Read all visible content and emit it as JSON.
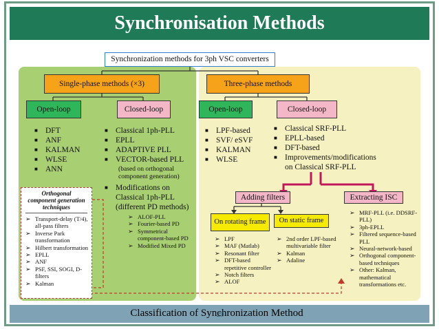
{
  "title": "Synchronisation Methods",
  "caption": "Classification of Synchronization Method",
  "slide_number": "29",
  "root": "Synchronization methods for 3ph VSC converters",
  "single_phase": {
    "label": "Single-phase methods (×3)",
    "open_loop": {
      "label": "Open-loop",
      "items": [
        "DFT",
        "ANF",
        "KALMAN",
        "WLSE",
        "ANN"
      ]
    },
    "closed_loop": {
      "label": "Closed-loop",
      "items": [
        "Classical 1ph-PLL",
        "EPLL",
        "ADAPTIVE PLL",
        "VECTOR-based PLL"
      ],
      "vector_note": "(based on orthogonal component generation)",
      "modifications": "Modifications on Classical 1ph-PLL (different PD methods)",
      "pd_methods": [
        "ALOF-PLL",
        "Fourier-based PD",
        "Symmetrical component-based PD",
        "Modified Mixed PD"
      ]
    },
    "orthogonal": {
      "title": "Orthogonal component generation techniques",
      "items": [
        "Transport-delay (T/4), all-pass filters",
        "Inverse Park transformation",
        "Hilbert transformation",
        "EPLL",
        "ANF",
        "PSF, SSI, SOGI, D-filters",
        "Kalman"
      ]
    }
  },
  "three_phase": {
    "label": "Three-phase methods",
    "open_loop": {
      "label": "Open-loop",
      "items": [
        "LPF-based",
        "SVF/ eSVF",
        "KALMAN",
        "WLSE"
      ]
    },
    "closed_loop": {
      "label": "Closed-loop",
      "items": [
        "Classical SRF-PLL",
        "EPLL-based",
        "DFT-based",
        "Improvements/modifications on Classical SRF-PLL"
      ]
    },
    "adding_filters": {
      "label": "Adding filters",
      "rotating": {
        "label": "On rotating frame",
        "items": [
          "LPF",
          "MAF (Matlab)",
          "Resonant filter",
          "DFT-based repetitive controller",
          "Notch filters",
          "ALOF"
        ]
      },
      "static": {
        "label": "On static frame",
        "items": [
          "2nd order LPF-based multivariable filter",
          "Kalman",
          "Adaline"
        ]
      }
    },
    "extracting_isc": {
      "label": "Extracting ISC",
      "items": [
        "MRF-PLL (i.e. DDSRF-PLL)",
        "3ph-EPLL",
        "Filtered sequence-based PLL",
        "Neural-network-based",
        "Orthogonal component-based techniques",
        "Other: Kalman, mathematical transformations etc."
      ]
    }
  },
  "colors": {
    "title_bar": "#1f7a57",
    "left_region": "#a8cf72",
    "right_region": "#f6f1c0",
    "phase_box": "#f6a31a",
    "open_loop_box": "#2fb55a",
    "closed_loop_box": "#f4b7c8",
    "filter_box": "#f5ea00",
    "arrow_magenta": "#c2185b",
    "dashed_red": "#c0392b"
  }
}
